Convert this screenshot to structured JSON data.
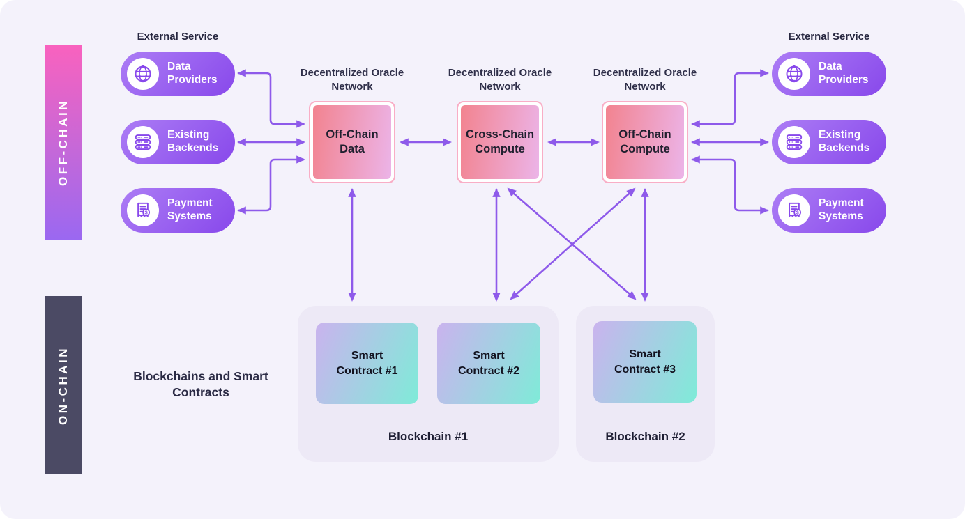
{
  "lanes": {
    "off_chain": "OFF-CHAIN",
    "on_chain": "ON-CHAIN"
  },
  "external_left": {
    "title": "External Service",
    "items": [
      {
        "label": "Data Providers",
        "icon": "globe-network-icon"
      },
      {
        "label": "Existing Backends",
        "icon": "server-stack-icon"
      },
      {
        "label": "Payment Systems",
        "icon": "receipt-dollar-icon"
      }
    ]
  },
  "external_right": {
    "title": "External Service",
    "items": [
      {
        "label": "Data Providers",
        "icon": "globe-network-icon"
      },
      {
        "label": "Existing Backends",
        "icon": "server-stack-icon"
      },
      {
        "label": "Payment Systems",
        "icon": "receipt-dollar-icon"
      }
    ]
  },
  "oracles": [
    {
      "caption": "Decentralized Oracle Network",
      "label": "Off-Chain Data"
    },
    {
      "caption": "Decentralized Oracle Network",
      "label": "Cross-Chain Compute"
    },
    {
      "caption": "Decentralized Oracle Network",
      "label": "Off-Chain Compute"
    }
  ],
  "on_chain_section": {
    "caption": "Blockchains and Smart Contracts",
    "blockchains": [
      {
        "label": "Blockchain #1",
        "contracts": [
          "Smart Contract #1",
          "Smart Contract #2"
        ]
      },
      {
        "label": "Blockchain #2",
        "contracts": [
          "Smart Contract #3"
        ]
      }
    ]
  },
  "colors": {
    "canvas_bg": "#F4F2FB",
    "arrow": "#8E5AEA",
    "pill_gradient_start": "#AC7DF5",
    "pill_gradient_end": "#8848EB",
    "offchain_gradient_start": "#F962BE",
    "offchain_gradient_end": "#9A68F1",
    "onchain_bar": "#4B4A64",
    "oracle_border": "#F9AEC6",
    "oracle_gradient_start": "#F2838F",
    "oracle_gradient_end": "#ECB4E8",
    "blockchain_container": "#EDE9F6",
    "contract_gradient_start": "#CAB3EE",
    "contract_gradient_end": "#7FEBD8"
  }
}
